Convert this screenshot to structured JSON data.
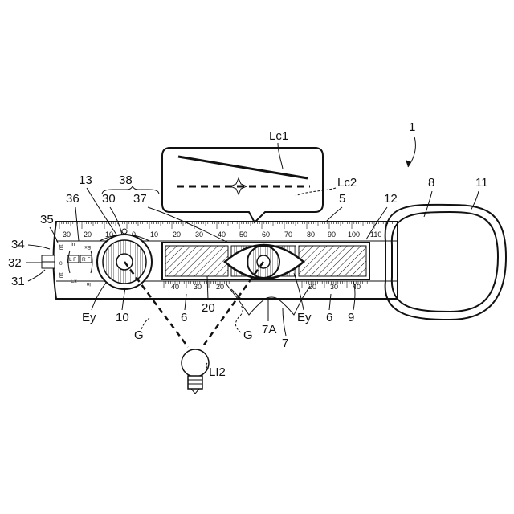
{
  "labels": {
    "device": "1",
    "balloon_line_1": "Lc1",
    "balloon_line_2": "Lc2",
    "ruler": "5",
    "scale_lower": "6",
    "notch": "7",
    "notch_edge": "7A",
    "window_right": "8",
    "window_frame": "9",
    "lens": "10",
    "holder": "11",
    "frame_edge": "12",
    "bracket_ring": "13",
    "eye_area": "20",
    "light_path": "G",
    "lamp": "LI2",
    "eye": "Ey",
    "dial": "30",
    "dial_pointer": "31",
    "dial_tab": "32",
    "dial_scale": "34",
    "dial_rim": "35",
    "switch": "36",
    "index_line": "37",
    "brace_group": "38"
  },
  "scale_top": [
    "30",
    "20",
    "10",
    "0",
    "10",
    "20",
    "30",
    "40",
    "50",
    "60",
    "70",
    "80",
    "90",
    "100",
    "110"
  ],
  "scale_bottom_left": [
    "40",
    "30",
    "20"
  ],
  "scale_bottom_right": [
    "20",
    "30",
    "40"
  ],
  "dial_text": {
    "in": "In",
    "ex": "Ex",
    "in_rot": "In",
    "ex_rot": "Ex",
    "btn_l": "L F",
    "btn_r": "R F",
    "d_10a": "10",
    "d_0": "0",
    "d_10b": "10"
  }
}
